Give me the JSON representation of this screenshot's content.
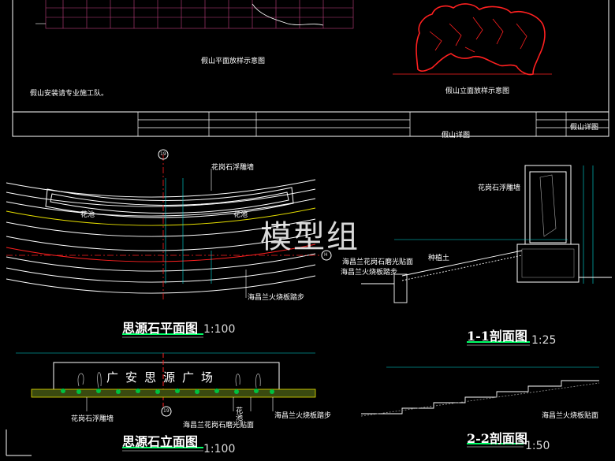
{
  "top_sheet": {
    "rockery_plan_title": "假山平面放样示意图",
    "rockery_elev_title": "假山立面放样示意图",
    "note": "假山安装请专业施工队。",
    "title_block": {
      "drawing_name": "假山详图",
      "sheet_code": "假山详图"
    }
  },
  "axis_marks": {
    "axis_19": "19",
    "axis_H": "H"
  },
  "plan_view": {
    "title": "思源石平面图",
    "scale": "1:100",
    "label_wall": "花岗石浮雕墙",
    "label_bed_left": "花池",
    "label_bed_right": "花池",
    "label_steps": "海昌兰火烧板踏步"
  },
  "section_1": {
    "title": "1-1剖面图",
    "scale": "1:25",
    "label_wall": "花岗石浮雕墙",
    "label_paving_1": "海昌兰花岗石磨光贴面",
    "label_paving_2": "海昌兰火烧板踏步",
    "label_soil": "种植土"
  },
  "elevation_view": {
    "title": "思源石立面图",
    "scale": "1:100",
    "banner_text": "广安思源广场",
    "label_wall": "花岗石浮雕墙",
    "label_paving": "海昌兰花岗石磨光贴面",
    "label_bed": "花池",
    "label_steps": "海昌兰火烧板踏步"
  },
  "section_2": {
    "title": "2-2剖面图",
    "scale": "1:50",
    "label_paving": "海昌兰火烧板贴面"
  },
  "watermark": "模型组",
  "colors": {
    "background": "#000000",
    "line_white": "#ffffff",
    "line_green": "#00ff66",
    "line_red": "#ff2020",
    "line_magenta": "#c04080",
    "line_yellow": "#e8e000",
    "line_cyan": "#00e0e0"
  }
}
